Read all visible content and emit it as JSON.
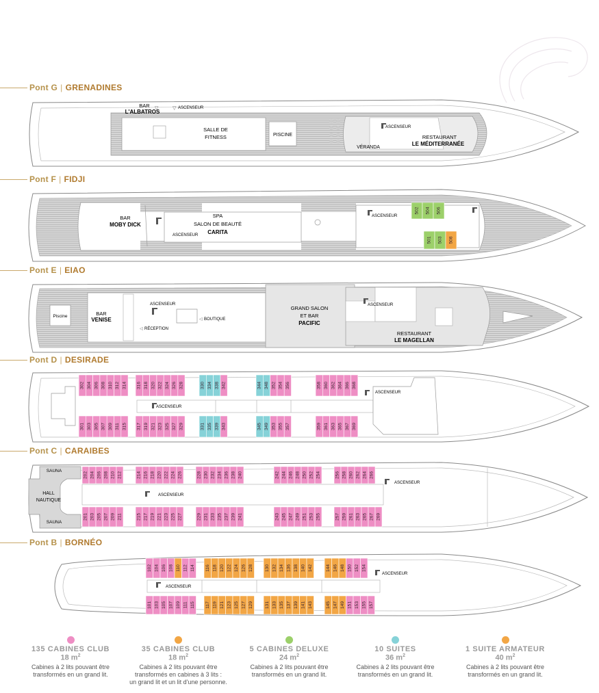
{
  "decks": [
    {
      "key": "G",
      "prefix": "Pont G",
      "name": "GRENADINES"
    },
    {
      "key": "F",
      "prefix": "Pont F",
      "name": "FIDJI"
    },
    {
      "key": "E",
      "prefix": "Pont E",
      "name": "EIAO"
    },
    {
      "key": "D",
      "prefix": "Pont D",
      "name": "DESIRADE"
    },
    {
      "key": "C",
      "prefix": "Pont C",
      "name": "CARAIBES"
    },
    {
      "key": "B",
      "prefix": "Pont B",
      "name": "BORNÉO"
    }
  ],
  "labels": {
    "bar": "BAR",
    "albatros": "L'ALBATROS",
    "ascenseur": "ASCENSEUR",
    "fitness1": "SALLE DE",
    "fitness2": "FITNESS",
    "piscine": "PISCINE",
    "piscine_e": "Piscine",
    "veranda": "VÉRANDA",
    "restaurant": "RESTAURANT",
    "mediterranee": "LE MÉDITERRANÉE",
    "moby": "MOBY DICK",
    "spa": "SPA",
    "salon_beaute": "SALON DE BEAUTÉ",
    "carita": "CARITA",
    "venise": "VENISE",
    "boutique": "BOUTIQUE",
    "reception": "RÉCEPTION",
    "grand_salon": "GRAND SALON",
    "et_bar": "ET BAR",
    "pacific": "PACIFIC",
    "magellan": "LE MAGELLAN",
    "sauna": "SAUNA",
    "hall": "HALL",
    "nautique": "NAUTIQUE"
  },
  "colors": {
    "club": "#ee8ec4",
    "club3": "#f2a645",
    "deluxe": "#9cd06a",
    "suite": "#86d2d8",
    "armateur": "#f2a645"
  },
  "cabins": {
    "F_top": [
      [
        "502",
        "deluxe"
      ],
      [
        "504",
        "deluxe"
      ],
      [
        "506",
        "deluxe"
      ]
    ],
    "F_bot": [
      [
        "501",
        "deluxe"
      ],
      [
        "503",
        "deluxe"
      ],
      [
        "508",
        "armateur"
      ]
    ],
    "D_top": [
      [
        "302",
        "club"
      ],
      [
        "304",
        "club"
      ],
      [
        "306",
        "club"
      ],
      [
        "308",
        "club"
      ],
      [
        "310",
        "club"
      ],
      [
        "312",
        "club"
      ],
      [
        "314",
        "club"
      ],
      [
        "316",
        "club"
      ],
      [
        "318",
        "club"
      ],
      [
        "320",
        "club"
      ],
      [
        "322",
        "club"
      ],
      [
        "324",
        "club"
      ],
      [
        "326",
        "club"
      ],
      [
        "328",
        "club"
      ],
      [
        "330",
        "suite"
      ],
      [
        "334",
        "suite"
      ],
      [
        "338",
        "suite"
      ],
      [
        "342",
        "club"
      ],
      [
        "344",
        "suite"
      ],
      [
        "348",
        "suite"
      ],
      [
        "352",
        "club"
      ],
      [
        "354",
        "club"
      ],
      [
        "356",
        "club"
      ],
      [
        "358",
        "club"
      ],
      [
        "360",
        "club"
      ],
      [
        "362",
        "club"
      ],
      [
        "364",
        "club"
      ],
      [
        "366",
        "club"
      ],
      [
        "368",
        "club"
      ]
    ],
    "D_bot": [
      [
        "301",
        "club"
      ],
      [
        "303",
        "club"
      ],
      [
        "305",
        "club"
      ],
      [
        "307",
        "club"
      ],
      [
        "309",
        "club"
      ],
      [
        "311",
        "club"
      ],
      [
        "315",
        "club"
      ],
      [
        "317",
        "club"
      ],
      [
        "319",
        "club"
      ],
      [
        "321",
        "club"
      ],
      [
        "323",
        "club"
      ],
      [
        "325",
        "club"
      ],
      [
        "327",
        "club"
      ],
      [
        "329",
        "club"
      ],
      [
        "331",
        "suite"
      ],
      [
        "335",
        "suite"
      ],
      [
        "339",
        "suite"
      ],
      [
        "343",
        "club"
      ],
      [
        "345",
        "suite"
      ],
      [
        "349",
        "suite"
      ],
      [
        "353",
        "club"
      ],
      [
        "355",
        "club"
      ],
      [
        "357",
        "club"
      ],
      [
        "359",
        "club"
      ],
      [
        "361",
        "club"
      ],
      [
        "363",
        "club"
      ],
      [
        "365",
        "club"
      ],
      [
        "367",
        "club"
      ],
      [
        "369",
        "club"
      ]
    ],
    "C_top": [
      [
        "202",
        "club"
      ],
      [
        "204",
        "club"
      ],
      [
        "206",
        "club"
      ],
      [
        "208",
        "club"
      ],
      [
        "210",
        "club"
      ],
      [
        "212",
        "club"
      ],
      [
        "214",
        "club"
      ],
      [
        "216",
        "club"
      ],
      [
        "218",
        "club"
      ],
      [
        "220",
        "club"
      ],
      [
        "222",
        "club"
      ],
      [
        "224",
        "club"
      ],
      [
        "226",
        "club"
      ],
      [
        "228",
        "club"
      ],
      [
        "230",
        "club"
      ],
      [
        "232",
        "club"
      ],
      [
        "234",
        "club"
      ],
      [
        "236",
        "club"
      ],
      [
        "238",
        "club"
      ],
      [
        "240",
        "club"
      ],
      [
        "242",
        "club"
      ],
      [
        "244",
        "club"
      ],
      [
        "246",
        "club"
      ],
      [
        "248",
        "club"
      ],
      [
        "250",
        "club"
      ],
      [
        "252",
        "club"
      ],
      [
        "254",
        "club"
      ],
      [
        "256",
        "club"
      ],
      [
        "258",
        "club"
      ],
      [
        "260",
        "club"
      ],
      [
        "262",
        "club"
      ],
      [
        "264",
        "club"
      ],
      [
        "266",
        "club"
      ]
    ],
    "C_bot": [
      [
        "201",
        "club"
      ],
      [
        "203",
        "club"
      ],
      [
        "205",
        "club"
      ],
      [
        "207",
        "club"
      ],
      [
        "209",
        "club"
      ],
      [
        "211",
        "club"
      ],
      [
        "215",
        "club"
      ],
      [
        "217",
        "club"
      ],
      [
        "219",
        "club"
      ],
      [
        "221",
        "club"
      ],
      [
        "223",
        "club"
      ],
      [
        "225",
        "club"
      ],
      [
        "227",
        "club"
      ],
      [
        "229",
        "club"
      ],
      [
        "231",
        "club"
      ],
      [
        "233",
        "club"
      ],
      [
        "235",
        "club"
      ],
      [
        "237",
        "club"
      ],
      [
        "239",
        "club"
      ],
      [
        "241",
        "club"
      ],
      [
        "243",
        "club"
      ],
      [
        "245",
        "club"
      ],
      [
        "247",
        "club"
      ],
      [
        "249",
        "club"
      ],
      [
        "251",
        "club"
      ],
      [
        "253",
        "club"
      ],
      [
        "255",
        "club"
      ],
      [
        "257",
        "club"
      ],
      [
        "259",
        "club"
      ],
      [
        "261",
        "club"
      ],
      [
        "263",
        "club"
      ],
      [
        "265",
        "club"
      ],
      [
        "267",
        "club"
      ],
      [
        "269",
        "club"
      ]
    ],
    "B_top": [
      [
        "102",
        "club"
      ],
      [
        "104",
        "club"
      ],
      [
        "106",
        "club"
      ],
      [
        "108",
        "club"
      ],
      [
        "110",
        "club3"
      ],
      [
        "112",
        "club"
      ],
      [
        "114",
        "club"
      ],
      [
        "116",
        "club3"
      ],
      [
        "118",
        "club3"
      ],
      [
        "120",
        "club3"
      ],
      [
        "122",
        "club3"
      ],
      [
        "124",
        "club3"
      ],
      [
        "126",
        "club3"
      ],
      [
        "128",
        "club3"
      ],
      [
        "130",
        "club3"
      ],
      [
        "132",
        "club3"
      ],
      [
        "134",
        "club3"
      ],
      [
        "136",
        "club3"
      ],
      [
        "138",
        "club3"
      ],
      [
        "140",
        "club3"
      ],
      [
        "142",
        "club3"
      ],
      [
        "144",
        "club3"
      ],
      [
        "146",
        "club3"
      ],
      [
        "148",
        "club3"
      ],
      [
        "150",
        "club"
      ],
      [
        "152",
        "club"
      ],
      [
        "154",
        "club"
      ]
    ],
    "B_bot": [
      [
        "101",
        "club"
      ],
      [
        "103",
        "club"
      ],
      [
        "105",
        "club"
      ],
      [
        "107",
        "club"
      ],
      [
        "109",
        "club"
      ],
      [
        "111",
        "club"
      ],
      [
        "115",
        "club"
      ],
      [
        "117",
        "club3"
      ],
      [
        "119",
        "club3"
      ],
      [
        "121",
        "club3"
      ],
      [
        "123",
        "club3"
      ],
      [
        "125",
        "club3"
      ],
      [
        "127",
        "club3"
      ],
      [
        "129",
        "club3"
      ],
      [
        "131",
        "club3"
      ],
      [
        "133",
        "club3"
      ],
      [
        "135",
        "club3"
      ],
      [
        "137",
        "club3"
      ],
      [
        "139",
        "club3"
      ],
      [
        "141",
        "club3"
      ],
      [
        "143",
        "club3"
      ],
      [
        "145",
        "club3"
      ],
      [
        "147",
        "club3"
      ],
      [
        "149",
        "club3"
      ],
      [
        "151",
        "club"
      ],
      [
        "153",
        "club"
      ],
      [
        "155",
        "club"
      ],
      [
        "157",
        "club"
      ]
    ]
  },
  "legend": [
    {
      "count": "135",
      "type": "CABINES CLUB",
      "area": "18 m",
      "sup": "2",
      "color": "#ee8ec4",
      "desc": [
        "Cabines à 2 lits pouvant être",
        "transformés en un grand lit."
      ]
    },
    {
      "count": "35",
      "type": "CABINES CLUB",
      "area": "18 m",
      "sup": "2",
      "color": "#f2a645",
      "desc": [
        "Cabines à 2 lits pouvant être",
        "transformés en cabines à 3 lits :",
        "un grand lit et un lit d'une personne."
      ]
    },
    {
      "count": "5",
      "type": "CABINES DELUXE",
      "area": "24 m",
      "sup": "2",
      "color": "#9cd06a",
      "desc": [
        "Cabines à 2 lits pouvant être",
        "transformés en un grand lit."
      ]
    },
    {
      "count": "10",
      "type": "SUITES",
      "area": "36 m",
      "sup": "2",
      "color": "#86d2d8",
      "desc": [
        "Cabines à 2 lits pouvant être",
        "transformés en un grand lit."
      ]
    },
    {
      "count": "1",
      "type": "SUITE ARMATEUR",
      "area": "40 m",
      "sup": "2",
      "color": "#f2a645",
      "desc": [
        "Cabines à 2 lits pouvant être",
        "transformés en un grand lit."
      ]
    }
  ]
}
